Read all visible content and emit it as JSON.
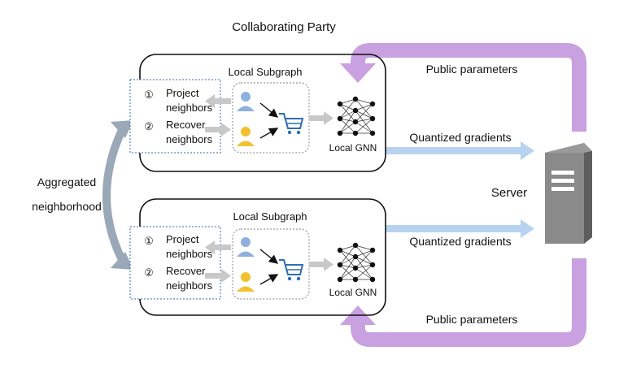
{
  "title": "Collaborating Party",
  "party_top": {
    "subgraph_label": "Local Subgraph",
    "gnn_label": "Local GNN",
    "step1_num": "①",
    "step1_line1": "Project",
    "step1_line2": "neighbors",
    "step2_num": "②",
    "step2_line1": "Recover",
    "step2_line2": "neighbors"
  },
  "party_bottom": {
    "subgraph_label": "Local Subgraph",
    "gnn_label": "Local GNN",
    "step1_num": "①",
    "step1_line1": "Project",
    "step1_line2": "neighbors",
    "step2_num": "②",
    "step2_line1": "Recover",
    "step2_line2": "neighbors"
  },
  "aggregated_line1": "Aggregated",
  "aggregated_line2": "neighborhood",
  "server_label": "Server",
  "quantized_top": "Quantized gradients",
  "quantized_bottom": "Quantized gradients",
  "public_top": "Public parameters",
  "public_bottom": "Public parameters",
  "colors": {
    "title": "#1f3a68",
    "purple_arrow": "#c9a0e0",
    "blue_arrow": "#b8d3ef",
    "gray_arrow": "#c8c8c8",
    "aggregate_arrow": "#9aa8b8",
    "dashed_box": "#2f6db5",
    "user_blue": "#8fb0dc",
    "user_yellow": "#f2c12e",
    "cart": "#2f6db5",
    "server": "#8a8a8a"
  }
}
